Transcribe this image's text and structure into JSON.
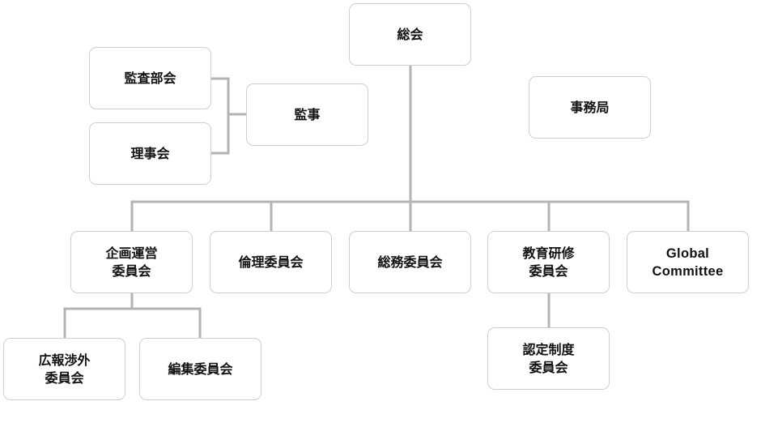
{
  "org_chart": {
    "nodes": {
      "sokai": "総会",
      "kansa_bukai": "監査部会",
      "kanji": "監事",
      "rijikai": "理事会",
      "jimukyoku": "事務局",
      "kikaku_uneii": "企画運営\n委員会",
      "rinri": "倫理委員会",
      "somu": "総務委員会",
      "kyoiku_kenshu": "教育研修\n委員会",
      "global": "Global\nCommittee",
      "kouhou_shogai": "広報渉外\n委員会",
      "henshu": "編集委員会",
      "nintei_seido": "認定制度\n委員会"
    },
    "connector_color": "#b3b3b3",
    "border_color": "#cfcfcf"
  }
}
